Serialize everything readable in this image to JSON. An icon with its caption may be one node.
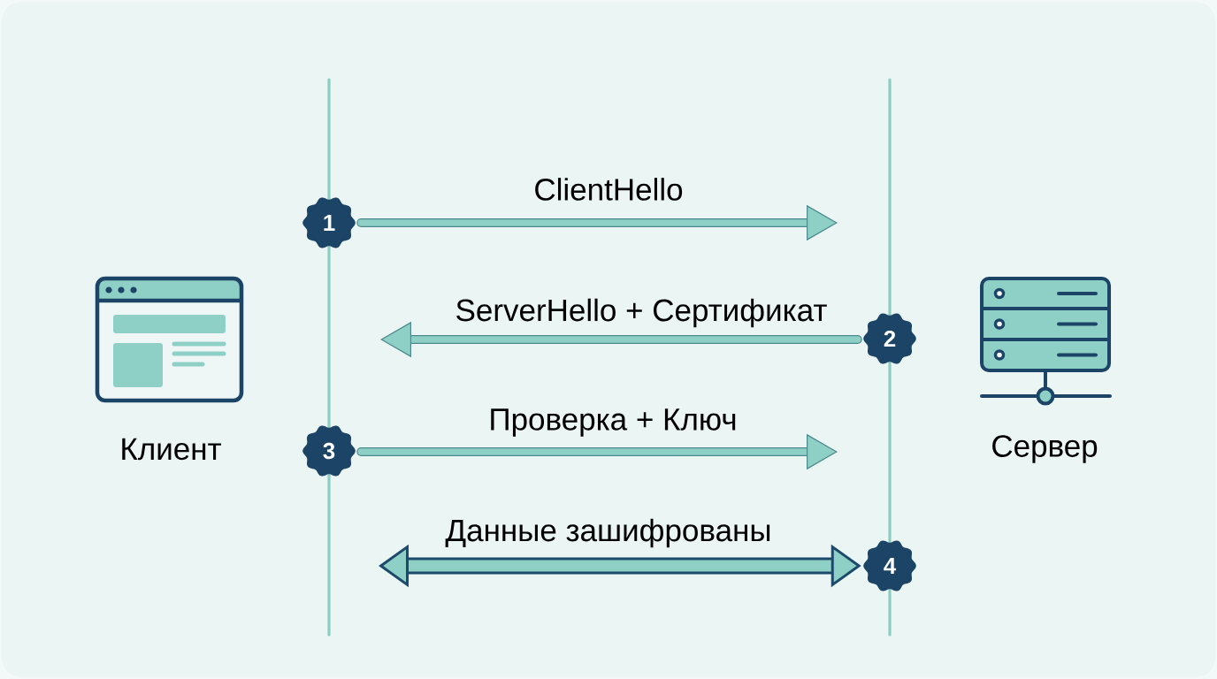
{
  "diagram": {
    "nodes": [
      {
        "text": [
          "Клиент"
        ]
      },
      {
        "text": [
          "Сервер"
        ]
      },
      {
        "text": [
          "1"
        ]
      },
      {
        "text": [
          "2"
        ]
      },
      {
        "text": [
          "3"
        ]
      },
      {
        "text": [
          "4"
        ]
      }
    ],
    "edges": [
      {
        "from": 2,
        "to": null,
        "arrow": "to",
        "label": "ClientHello"
      },
      {
        "from": 3,
        "to": null,
        "arrow": "to",
        "label": "ServerHello + Сертификат"
      },
      {
        "from": 4,
        "to": null,
        "arrow": "to",
        "label": "Проверка + Ключ"
      },
      {
        "from": null,
        "to": 5,
        "arrow": "both",
        "label": "Данные зашифрованы",
        "style": "thick",
        "color": "#1d4a6b"
      }
    ]
  }
}
